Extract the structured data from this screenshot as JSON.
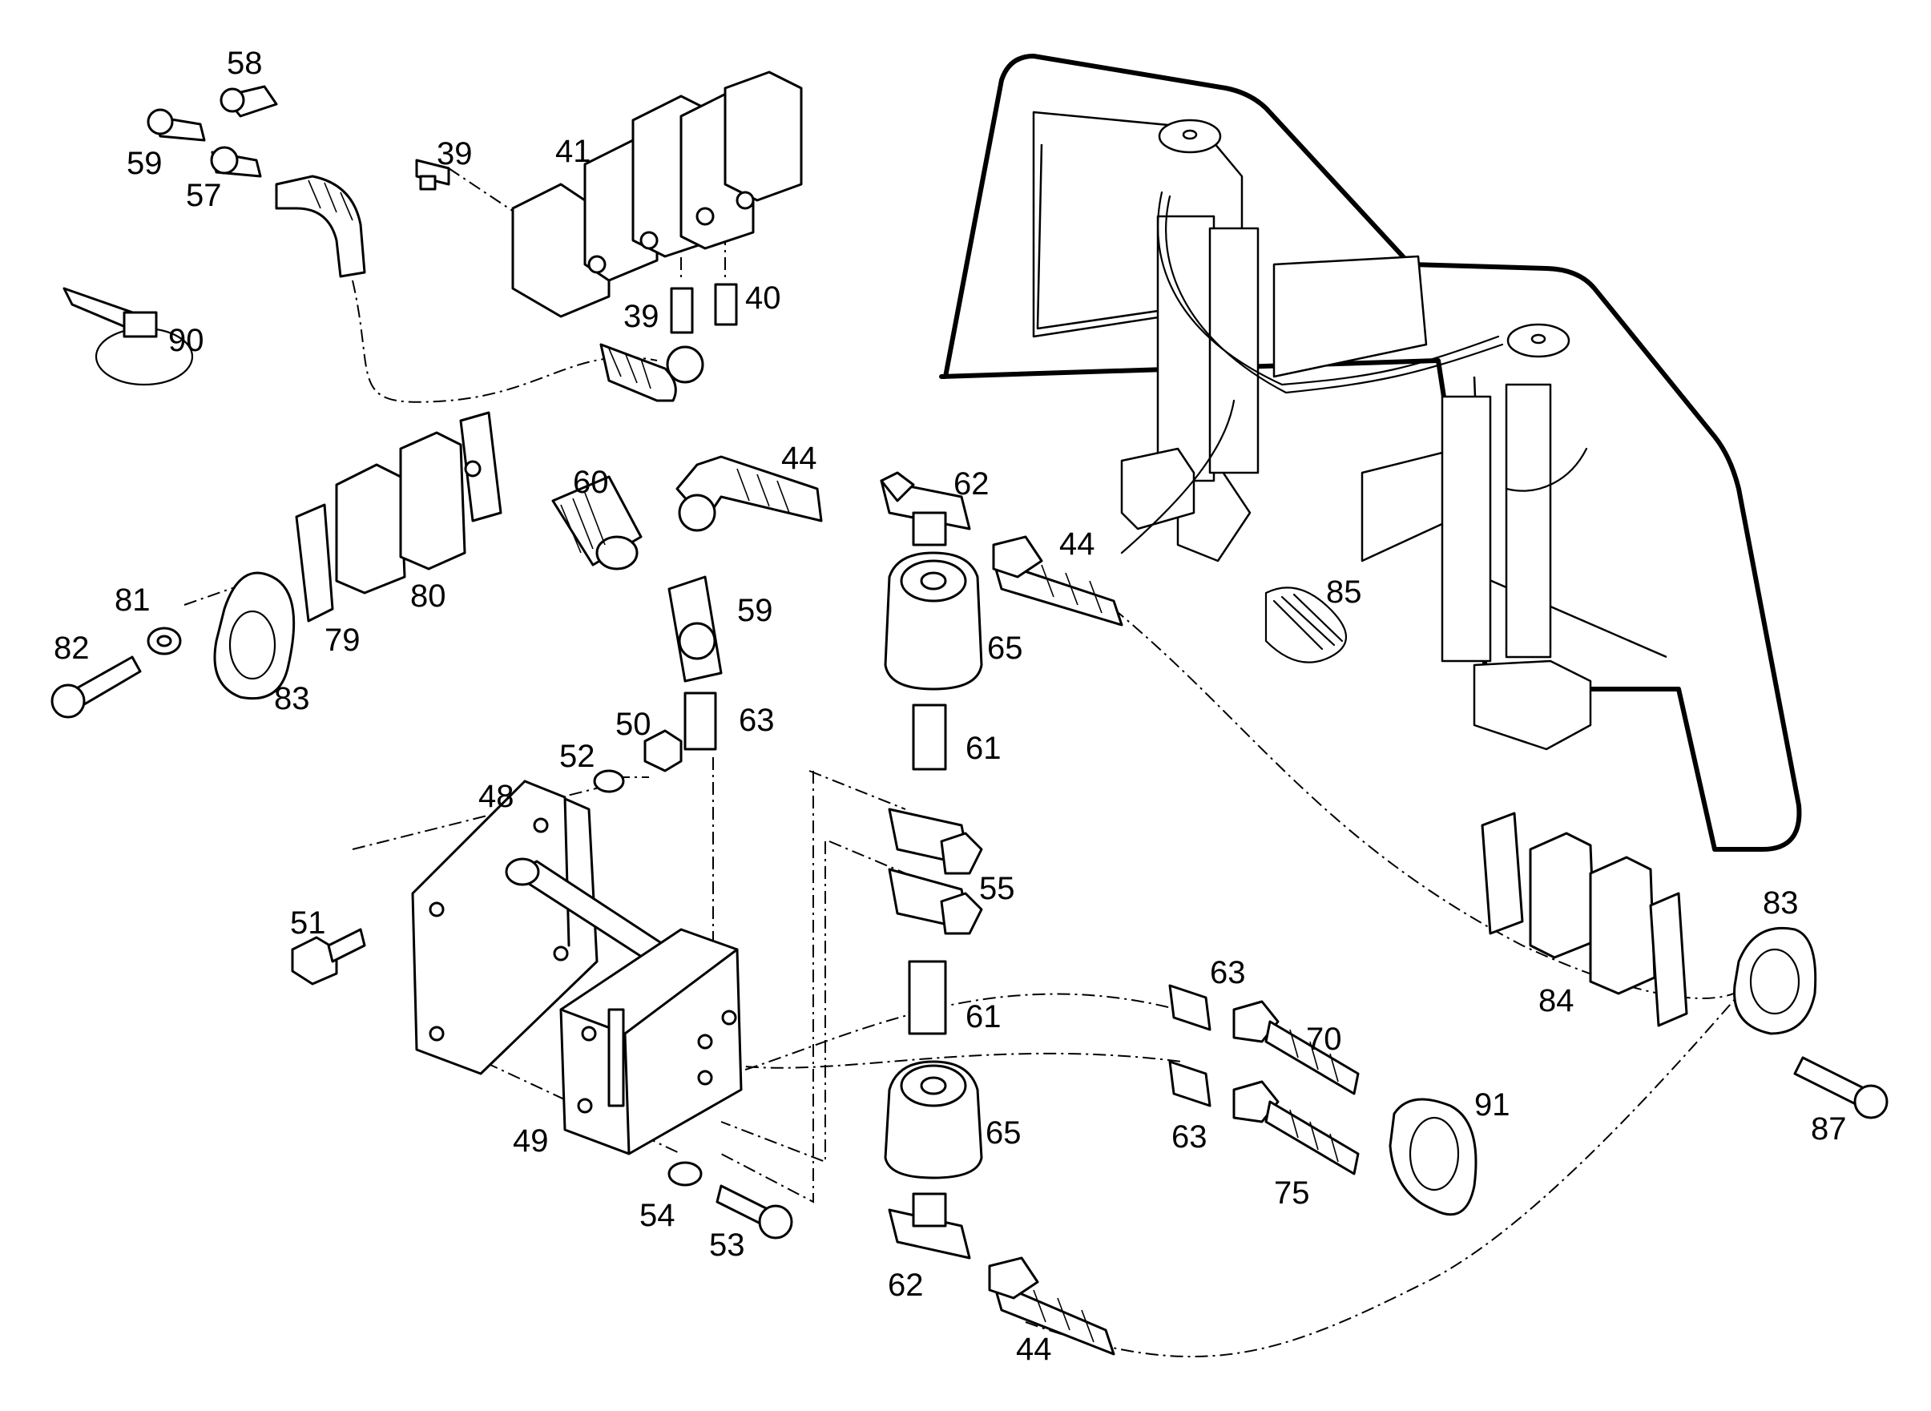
{
  "callouts": [
    {
      "id": "c58a",
      "text": "58"
    },
    {
      "id": "c59a",
      "text": "59"
    },
    {
      "id": "c57",
      "text": "57"
    },
    {
      "id": "c39a",
      "text": "39"
    },
    {
      "id": "c41",
      "text": "41"
    },
    {
      "id": "c39b",
      "text": "39"
    },
    {
      "id": "c40",
      "text": "40"
    },
    {
      "id": "c90",
      "text": "90"
    },
    {
      "id": "c60",
      "text": "60"
    },
    {
      "id": "c44a",
      "text": "44"
    },
    {
      "id": "c62a",
      "text": "62"
    },
    {
      "id": "c44b",
      "text": "44"
    },
    {
      "id": "c85",
      "text": "85"
    },
    {
      "id": "c81",
      "text": "81"
    },
    {
      "id": "c82",
      "text": "82"
    },
    {
      "id": "c83a",
      "text": "83"
    },
    {
      "id": "c79",
      "text": "79"
    },
    {
      "id": "c80",
      "text": "80"
    },
    {
      "id": "c59b",
      "text": "59"
    },
    {
      "id": "c65a",
      "text": "65"
    },
    {
      "id": "c50",
      "text": "50"
    },
    {
      "id": "c63a",
      "text": "63"
    },
    {
      "id": "c61a",
      "text": "61"
    },
    {
      "id": "c52",
      "text": "52"
    },
    {
      "id": "c48",
      "text": "48"
    },
    {
      "id": "c55",
      "text": "55"
    },
    {
      "id": "c51",
      "text": "51"
    },
    {
      "id": "c63b",
      "text": "63"
    },
    {
      "id": "c61b",
      "text": "61"
    },
    {
      "id": "c70",
      "text": "70"
    },
    {
      "id": "c83b",
      "text": "83"
    },
    {
      "id": "c84",
      "text": "84"
    },
    {
      "id": "c49",
      "text": "49"
    },
    {
      "id": "c65b",
      "text": "65"
    },
    {
      "id": "c63c",
      "text": "63"
    },
    {
      "id": "c91",
      "text": "91"
    },
    {
      "id": "c87",
      "text": "87"
    },
    {
      "id": "c75",
      "text": "75"
    },
    {
      "id": "c54",
      "text": "54"
    },
    {
      "id": "c53",
      "text": "53"
    },
    {
      "id": "c62b",
      "text": "62"
    },
    {
      "id": "c44c",
      "text": "44"
    }
  ]
}
